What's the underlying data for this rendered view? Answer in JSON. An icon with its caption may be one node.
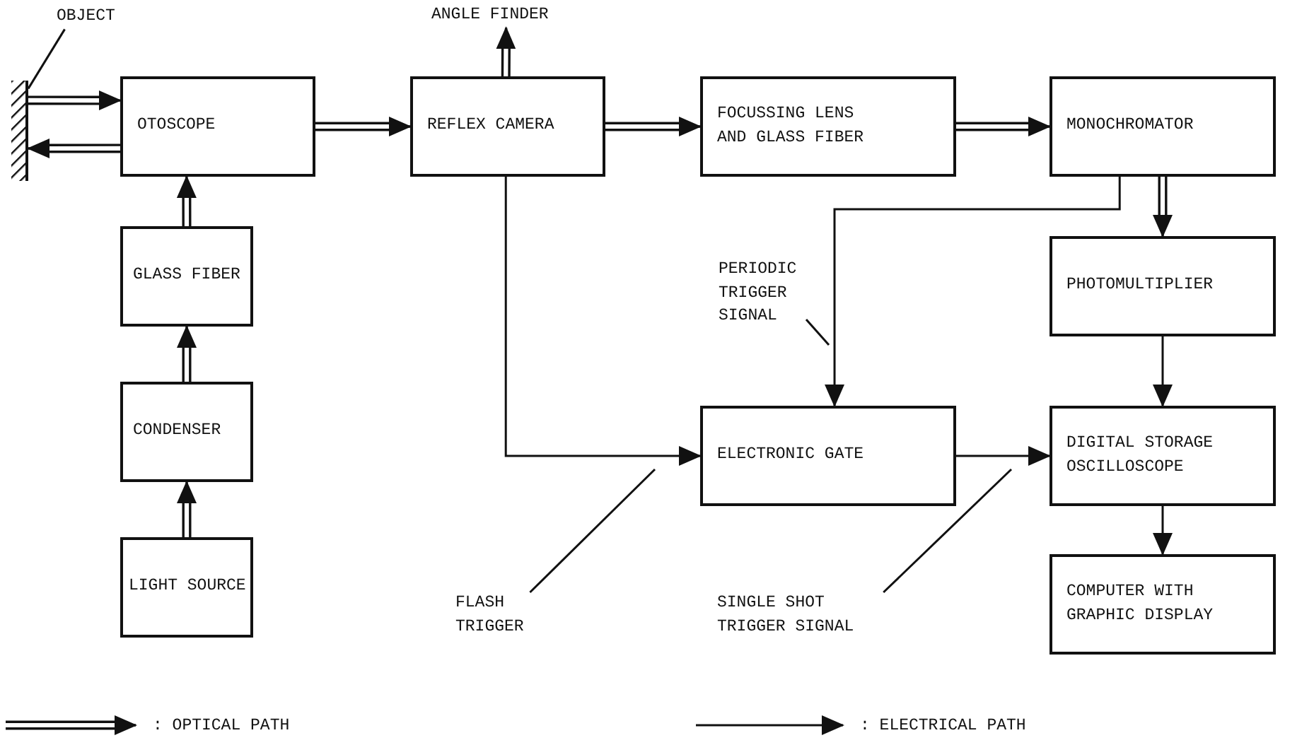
{
  "diagram": {
    "nodes": [
      {
        "text": [
          "OBJECT"
        ]
      },
      {
        "text": [],
        "shape": "box"
      },
      {
        "text": [
          "OTOSCOPE"
        ]
      },
      {
        "text": [
          "ANGLE FINDER"
        ]
      },
      {
        "text": [
          "REFLEX CAMERA"
        ]
      },
      {
        "text": [
          "FOCUSSING LENS AND GLASS FIBER"
        ]
      },
      {
        "text": [
          "MONOCHROMATOR"
        ]
      },
      {
        "text": [
          "GLASS FIBER"
        ]
      },
      {
        "text": [
          "PERIODIC TRIGGER SIGNAL"
        ]
      },
      {
        "text": [
          "PHOTOMULTIPLIER"
        ]
      },
      {
        "text": [
          "CONDENSER"
        ]
      },
      {
        "text": [
          "ELECTRONIC GATE"
        ]
      },
      {
        "text": [
          "DIGITAL STORAGE OSCILLOSCOPE"
        ]
      },
      {
        "text": [
          "FLASH TRIGGER"
        ]
      },
      {
        "text": [
          "SINGLE SHOT TRIGGER SIGNAL"
        ]
      },
      {
        "text": [
          "LIGHT SOURCE"
        ]
      },
      {
        "text": [
          "COMPUTER WITH GRAPHIC DISPLAY"
        ]
      }
    ],
    "edges": [
      {
        "from": 0,
        "to": 1,
        "arrow": "none"
      },
      {
        "from": 1,
        "to": 2,
        "arrow": "to"
      },
      {
        "from": 2,
        "to": 1,
        "arrow": "to"
      },
      {
        "from": 7,
        "to": 2,
        "arrow": "to"
      },
      {
        "from": 10,
        "to": 7,
        "arrow": "to"
      },
      {
        "from": 15,
        "to": 10,
        "arrow": "to"
      },
      {
        "from": 2,
        "to": 4,
        "arrow": "to"
      },
      {
        "from": 4,
        "to": 3,
        "arrow": "to"
      },
      {
        "from": 4,
        "to": 5,
        "arrow": "to"
      },
      {
        "from": 5,
        "to": 6,
        "arrow": "to"
      },
      {
        "from": 6,
        "to": 9,
        "arrow": "to"
      },
      {
        "from": 6,
        "to": 11,
        "arrow": "to"
      },
      {
        "from": 4,
        "to": 11,
        "arrow": "to"
      },
      {
        "from": 9,
        "to": 12,
        "arrow": "to"
      },
      {
        "from": 11,
        "to": 12,
        "arrow": "to"
      },
      {
        "from": 12,
        "to": 16,
        "arrow": "to"
      },
      {
        "from": 8,
        "to": null,
        "arrow": "none"
      },
      {
        "from": 13,
        "to": null,
        "arrow": "none"
      },
      {
        "from": 14,
        "to": null,
        "arrow": "none"
      }
    ],
    "legend": [
      {
        "text": ": OPTICAL PATH"
      },
      {
        "text": ": ELECTRICAL PATH"
      }
    ]
  }
}
